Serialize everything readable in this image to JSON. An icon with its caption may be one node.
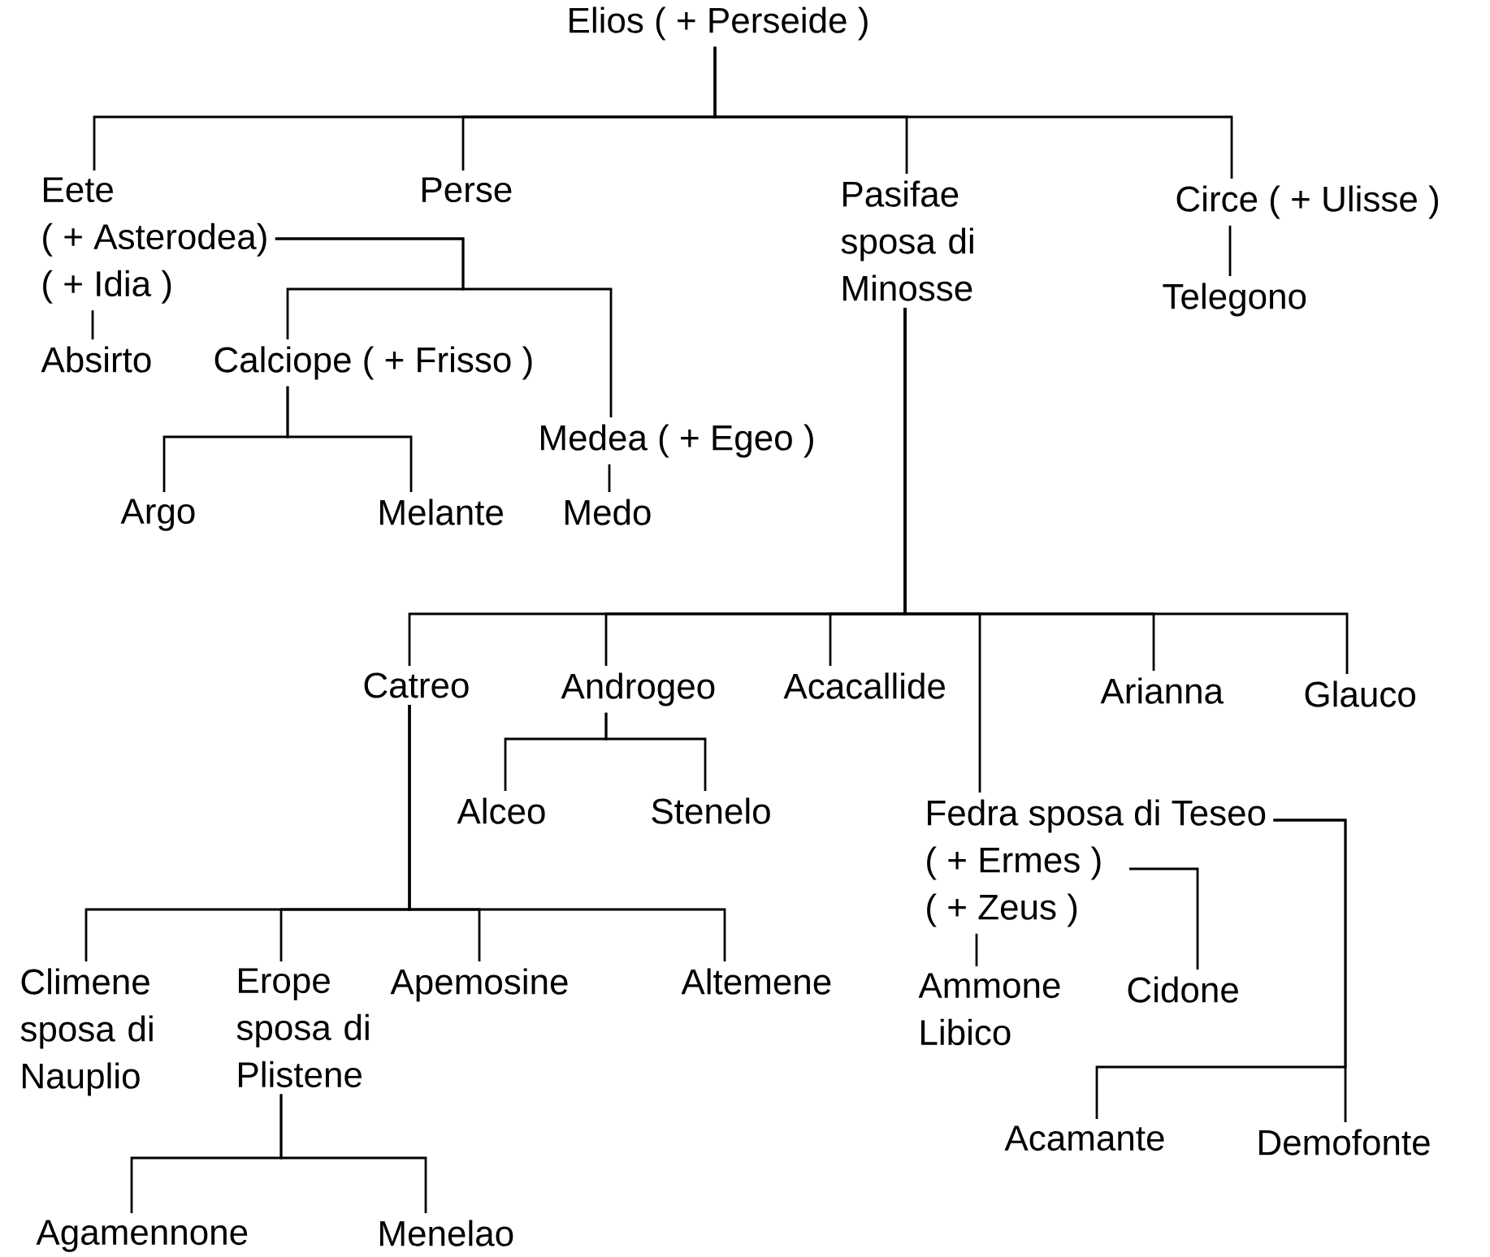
{
  "diagram": {
    "nodes": [
      {
        "text": [
          "Elios ( + Perseide )"
        ]
      },
      {
        "text": [
          "Eete",
          "( + Asterodea)",
          "( + Idia )"
        ]
      },
      {
        "text": [
          "Perse"
        ]
      },
      {
        "text": [
          "Pasifae sposa di Minosse"
        ]
      },
      {
        "text": [
          "Circe ( +  Ulisse )"
        ]
      },
      {
        "text": [
          "Telegono"
        ]
      },
      {
        "text": [
          "Absirto"
        ]
      },
      {
        "text": [
          "Calciope ( + Frisso )"
        ]
      },
      {
        "text": [
          "Medea ( + Egeo )"
        ]
      },
      {
        "text": [
          "Argo"
        ]
      },
      {
        "text": [
          "Melante"
        ]
      },
      {
        "text": [
          "Medo"
        ]
      },
      {
        "text": [
          "Catreo"
        ]
      },
      {
        "text": [
          "Androgeo"
        ]
      },
      {
        "text": [
          "Acacallide"
        ]
      },
      {
        "text": [
          "Arianna"
        ]
      },
      {
        "text": [
          "Glauco"
        ]
      },
      {
        "text": [
          "Alceo"
        ]
      },
      {
        "text": [
          "Stenelo"
        ]
      },
      {
        "text": [
          "Fedra  sposa di Teseo",
          "( + Ermes )",
          "( + Zeus )"
        ]
      },
      {
        "text": [
          "Climene sposa di Nauplio"
        ]
      },
      {
        "text": [
          "Erope sposa di Plistene"
        ]
      },
      {
        "text": [
          "Apemosine"
        ]
      },
      {
        "text": [
          "Altemene"
        ]
      },
      {
        "text": [
          "Ammone Libico"
        ]
      },
      {
        "text": [
          "Cidone"
        ]
      },
      {
        "text": [
          "Acamante"
        ]
      },
      {
        "text": [
          "Demofonte"
        ]
      },
      {
        "text": [
          "Agamennone"
        ]
      },
      {
        "text": [
          "Menelao"
        ]
      }
    ],
    "edges": [
      {
        "from": 0,
        "to": 1,
        "arrow": "none"
      },
      {
        "from": 0,
        "to": 2,
        "arrow": "none"
      },
      {
        "from": 0,
        "to": 3,
        "arrow": "none"
      },
      {
        "from": 0,
        "to": 4,
        "arrow": "none"
      },
      {
        "from": 4,
        "to": 5,
        "arrow": "none"
      },
      {
        "from": 1,
        "to": 6,
        "arrow": "none"
      },
      {
        "from": 1,
        "to": 7,
        "arrow": "none"
      },
      {
        "from": 1,
        "to": 8,
        "arrow": "none"
      },
      {
        "from": 7,
        "to": 9,
        "arrow": "none"
      },
      {
        "from": 7,
        "to": 10,
        "arrow": "none"
      },
      {
        "from": 8,
        "to": 11,
        "arrow": "none"
      },
      {
        "from": 3,
        "to": 12,
        "arrow": "none"
      },
      {
        "from": 3,
        "to": 13,
        "arrow": "none"
      },
      {
        "from": 3,
        "to": 14,
        "arrow": "none"
      },
      {
        "from": 3,
        "to": 19,
        "arrow": "none"
      },
      {
        "from": 3,
        "to": 15,
        "arrow": "none"
      },
      {
        "from": 3,
        "to": 16,
        "arrow": "none"
      },
      {
        "from": 13,
        "to": 17,
        "arrow": "none"
      },
      {
        "from": 13,
        "to": 18,
        "arrow": "none"
      },
      {
        "from": 12,
        "to": 20,
        "arrow": "none"
      },
      {
        "from": 12,
        "to": 21,
        "arrow": "none"
      },
      {
        "from": 12,
        "to": 22,
        "arrow": "none"
      },
      {
        "from": 12,
        "to": 23,
        "arrow": "none"
      },
      {
        "from": 19,
        "to": 24,
        "arrow": "none"
      },
      {
        "from": 19,
        "to": 25,
        "arrow": "none"
      },
      {
        "from": 19,
        "to": 26,
        "arrow": "none"
      },
      {
        "from": 19,
        "to": 27,
        "arrow": "none"
      },
      {
        "from": 21,
        "to": 28,
        "arrow": "none"
      },
      {
        "from": 21,
        "to": 29,
        "arrow": "none"
      }
    ]
  }
}
